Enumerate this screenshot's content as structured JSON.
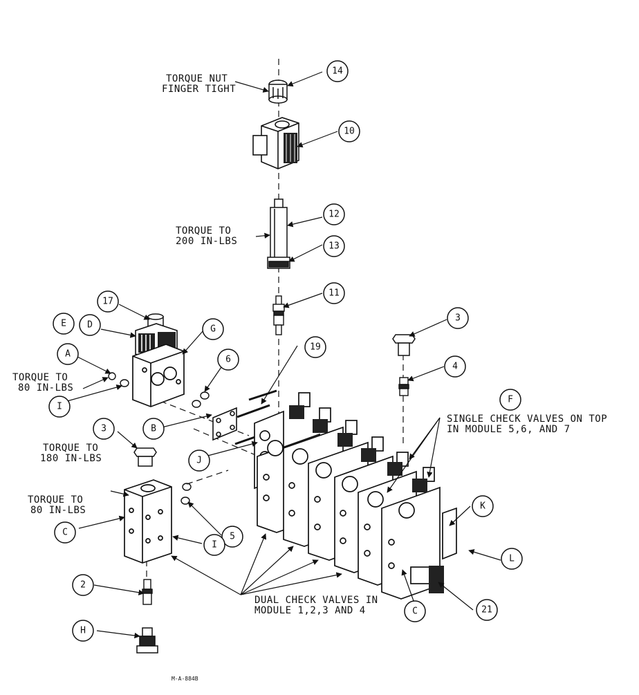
{
  "drawing_code": "M-A-884B",
  "callouts": {
    "c14": "14",
    "c10": "10",
    "c12": "12",
    "c13": "13",
    "c11": "11",
    "c17": "17",
    "cE": "E",
    "cD": "D",
    "cG": "G",
    "cA": "A",
    "cI1": "I",
    "c6": "6",
    "c19": "19",
    "c3right": "3",
    "c4": "4",
    "cF": "F",
    "cB": "B",
    "c3left": "3",
    "cJ": "J",
    "cC1": "C",
    "c5": "5",
    "cI2": "I",
    "cK": "K",
    "cL": "L",
    "c2": "2",
    "cH": "H",
    "cC2": "C",
    "c21": "21"
  },
  "notes": {
    "torque_nut_1": "TORQUE NUT",
    "torque_nut_2": "FINGER TIGHT",
    "torque200_1": "TORQUE TO",
    "torque200_2": "200 IN-LBS",
    "torque80a_1": "TORQUE TO",
    "torque80a_2": "80 IN-LBS",
    "torque180_1": "TORQUE TO",
    "torque180_2": "180 IN-LBS",
    "torque80b_1": "TORQUE TO",
    "torque80b_2": "80 IN-LBS",
    "single_check_1": "SINGLE CHECK VALVES ON TOP",
    "single_check_2": "IN MODULE 5,6, AND 7",
    "dual_check_1": "DUAL CHECK VALVES IN",
    "dual_check_2": "MODULE 1,2,3 AND 4"
  }
}
